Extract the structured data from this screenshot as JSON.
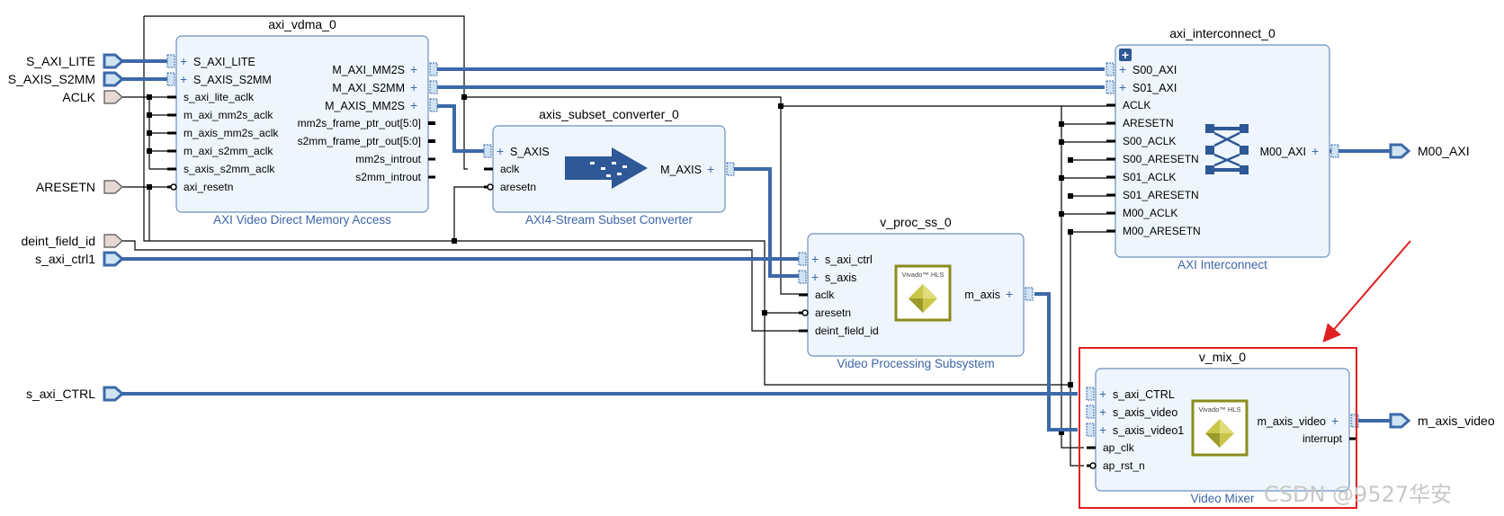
{
  "external_ports": {
    "s_axi_lite": "S_AXI_LITE",
    "s_axis_s2mm": "S_AXIS_S2MM",
    "aclk": "ACLK",
    "aresetn": "ARESETN",
    "deint_field_id": "deint_field_id",
    "s_axi_ctrl1": "s_axi_ctrl1",
    "s_axi_ctrl": "s_axi_CTRL",
    "m00_axi": "M00_AXI",
    "m_axis_video": "m_axis_video"
  },
  "blocks": {
    "vdma": {
      "instance": "axi_vdma_0",
      "ip_name": "AXI Video Direct Memory Access",
      "left_ports": [
        "S_AXI_LITE",
        "S_AXIS_S2MM",
        "s_axi_lite_aclk",
        "m_axi_mm2s_aclk",
        "m_axis_mm2s_aclk",
        "m_axi_s2mm_aclk",
        "s_axis_s2mm_aclk",
        "axi_resetn"
      ],
      "right_ports": [
        "M_AXI_MM2S",
        "M_AXI_S2MM",
        "M_AXIS_MM2S",
        "mm2s_frame_ptr_out[5:0]",
        "s2mm_frame_ptr_out[5:0]",
        "mm2s_introut",
        "s2mm_introut"
      ]
    },
    "subset": {
      "instance": "axis_subset_converter_0",
      "ip_name": "AXI4-Stream Subset Converter",
      "left_ports": [
        "S_AXIS",
        "aclk",
        "aresetn"
      ],
      "right_ports": [
        "M_AXIS"
      ]
    },
    "vproc": {
      "instance": "v_proc_ss_0",
      "ip_name": "Video Processing Subsystem",
      "left_ports": [
        "s_axi_ctrl",
        "s_axis",
        "aclk",
        "aresetn",
        "deint_field_id"
      ],
      "right_ports": [
        "m_axis"
      ],
      "logo": "Vivado™ HLS"
    },
    "interconnect": {
      "instance": "axi_interconnect_0",
      "ip_name": "AXI Interconnect",
      "left_ports": [
        "S00_AXI",
        "S01_AXI",
        "ACLK",
        "ARESETN",
        "S00_ACLK",
        "S00_ARESETN",
        "S01_ACLK",
        "S01_ARESETN",
        "M00_ACLK",
        "M00_ARESETN"
      ],
      "right_ports": [
        "M00_AXI"
      ],
      "expand_symbol": "+"
    },
    "vmix": {
      "instance": "v_mix_0",
      "ip_name": "Video Mixer",
      "left_ports": [
        "s_axi_CTRL",
        "s_axis_video",
        "s_axis_video1",
        "ap_clk",
        "ap_rst_n"
      ],
      "right_ports": [
        "m_axis_video",
        "interrupt"
      ],
      "logo": "Vivado™ HLS"
    }
  },
  "colors": {
    "block_fill": "#eef5fc",
    "block_border": "#6b8fbf",
    "bus": "#3c69a8",
    "wire": "#000000",
    "ip_label": "#3d64a8",
    "port_fill": "#e6d8d4",
    "bus_port_fill": "#cfe3f3",
    "highlight": "#e02020",
    "logo_olive": "#8c8c1e"
  },
  "watermark": "CSDN @9527华安"
}
